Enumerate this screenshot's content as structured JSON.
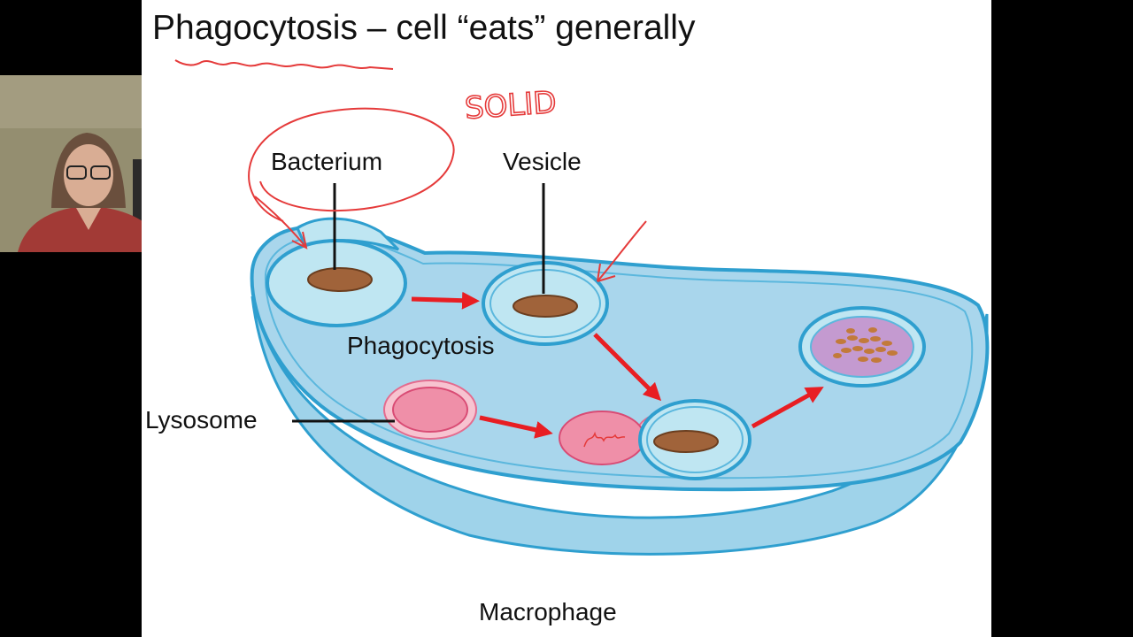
{
  "slide": {
    "title": "Phagocytosis – cell “eats” generally"
  },
  "diagram": {
    "labels": {
      "bacterium": "Bacterium",
      "vesicle": "Vesicle",
      "phagocytosis": "Phagocytosis",
      "lysosome": "Lysosome",
      "macrophage": "Macrophage"
    },
    "annotations": {
      "solid": "SOLID"
    }
  },
  "colors": {
    "cell_fill": "#a9d6ec",
    "cell_outline": "#2f9fcf",
    "vesicle_fill": "#bfe6f2",
    "bacterium": "#a0633a",
    "lysosome_fill": "#ef8fa8",
    "lysosome_outline": "#f7c3d0",
    "digested_fill": "#c49ad0",
    "arrow": "#e81e23",
    "annotation_ink": "#e53a3a"
  }
}
